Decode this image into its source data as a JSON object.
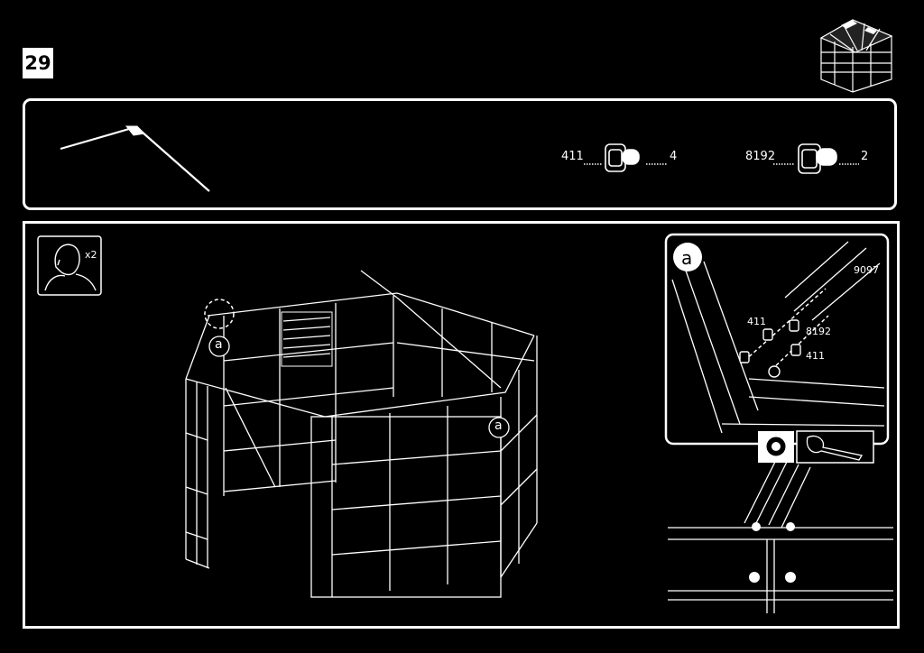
{
  "step": {
    "number": "29"
  },
  "parts": [
    {
      "code": "411",
      "qty": "4"
    },
    {
      "code": "8192",
      "qty": "2"
    }
  ],
  "people": {
    "multiplier": "x2",
    "icon": "person-icon"
  },
  "callouts": {
    "letter": "a"
  },
  "detail": {
    "letter": "a",
    "labels": [
      "9097",
      "411",
      "8192",
      "411"
    ]
  },
  "colors": {
    "background": "#000000",
    "line": "#ffffff"
  }
}
